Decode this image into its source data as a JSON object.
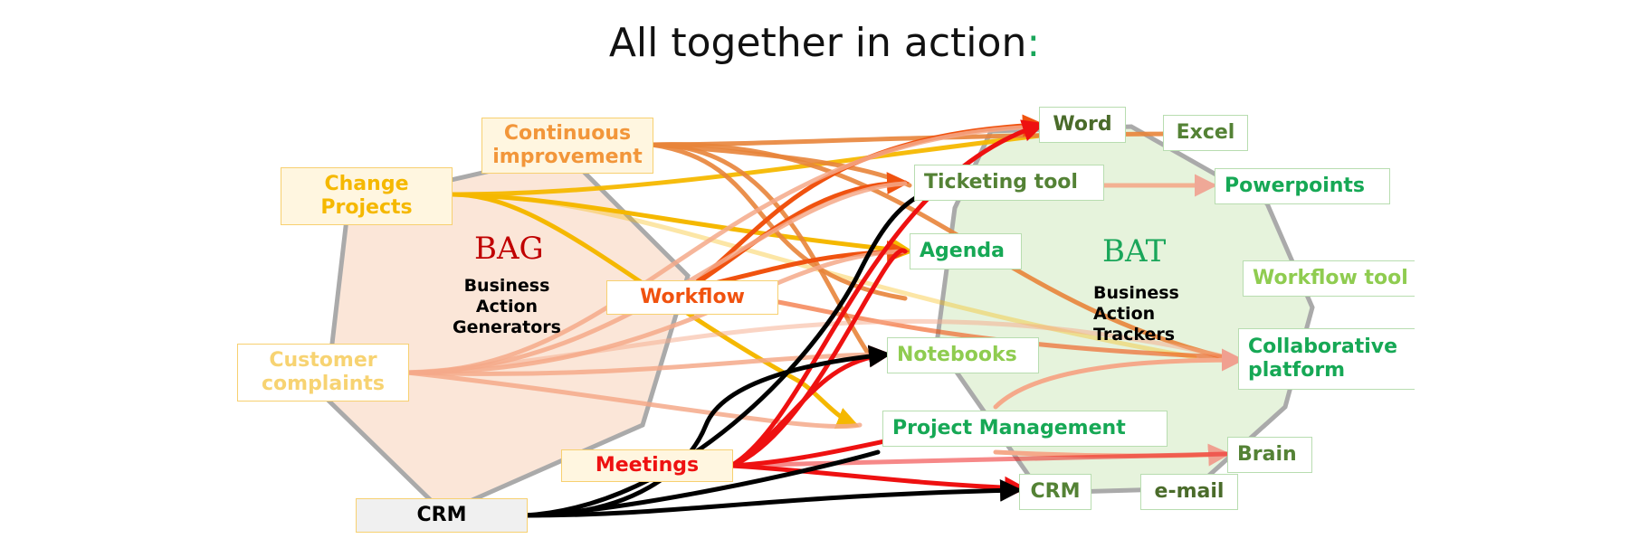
{
  "title": {
    "text": "All together in action",
    "colon": ":"
  },
  "bag": {
    "title": "BAG",
    "subtitle": [
      "Business",
      "Action",
      "Generators"
    ],
    "nodes": {
      "change": "Change\nProjects",
      "ci": "Continuous\nimprovement",
      "workflow": "Workflow",
      "complaints": "Customer\ncomplaints",
      "meetings": "Meetings",
      "crm": "CRM"
    }
  },
  "bat": {
    "title": "BAT",
    "subtitle": [
      "Business",
      "Action",
      "Trackers"
    ],
    "nodes": {
      "word": "Word",
      "excel": "Excel",
      "ticketing": "Ticketing tool",
      "powerpoints": "Powerpoints",
      "agenda": "Agenda",
      "workflowtool": "Workflow tool",
      "notebooks": "Notebooks",
      "collab": "Collaborative\nplatform",
      "pm": "Project Management",
      "brain": "Brain",
      "crm": "CRM",
      "email": "e-mail"
    }
  },
  "colors": {
    "bag_fill": "#fbe6d8",
    "bat_fill": "#e6f3dc",
    "outline": "#aaaaaa",
    "bag_title": "#c00000",
    "bat_title": "#1aa65a",
    "change": "#f5b800",
    "ci": "#f2963a",
    "workflow": "#f0520f",
    "complaints": "#f7d372",
    "meetings": "#ee1111",
    "crm": "#000000",
    "dark_green": "#4a6b2a",
    "mid_green": "#548235",
    "bright_green": "#16a855",
    "light_green": "#8fcc50",
    "link_change": "#f5b800",
    "link_ci": "#e8843a",
    "link_workflow": "#f0520f",
    "link_complaints": "#f5a98a",
    "link_meetings": "#ee1111",
    "link_crm": "#000000"
  }
}
